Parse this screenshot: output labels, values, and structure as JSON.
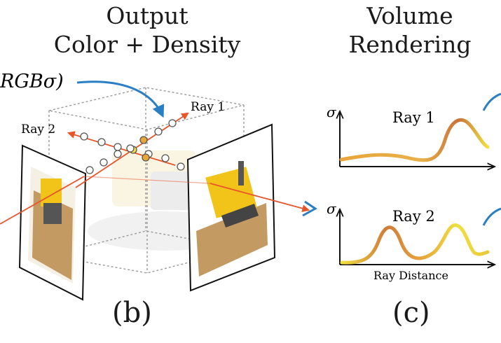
{
  "panel_b": {
    "title_line1": "Output",
    "title_line2": "Color + Density",
    "caption": "(b)",
    "input_label": "RGBσ)",
    "ray1_label": "Ray 1",
    "ray2_label": "Ray 2"
  },
  "panel_c": {
    "title_line1": "Volume",
    "title_line2": "Rendering",
    "caption": "(c)",
    "plot1_label": "Ray 1",
    "plot2_label": "Ray 2",
    "y_axis_label": "σ",
    "x_axis_label": "Ray Distance"
  },
  "colors": {
    "ray": "#e8552a",
    "blue_arrow": "#2a7fc4",
    "curve_low": "#e8a53a",
    "curve_high": "#c8733a",
    "curve_yellow": "#f0e040",
    "box": "#9a9a9a"
  }
}
